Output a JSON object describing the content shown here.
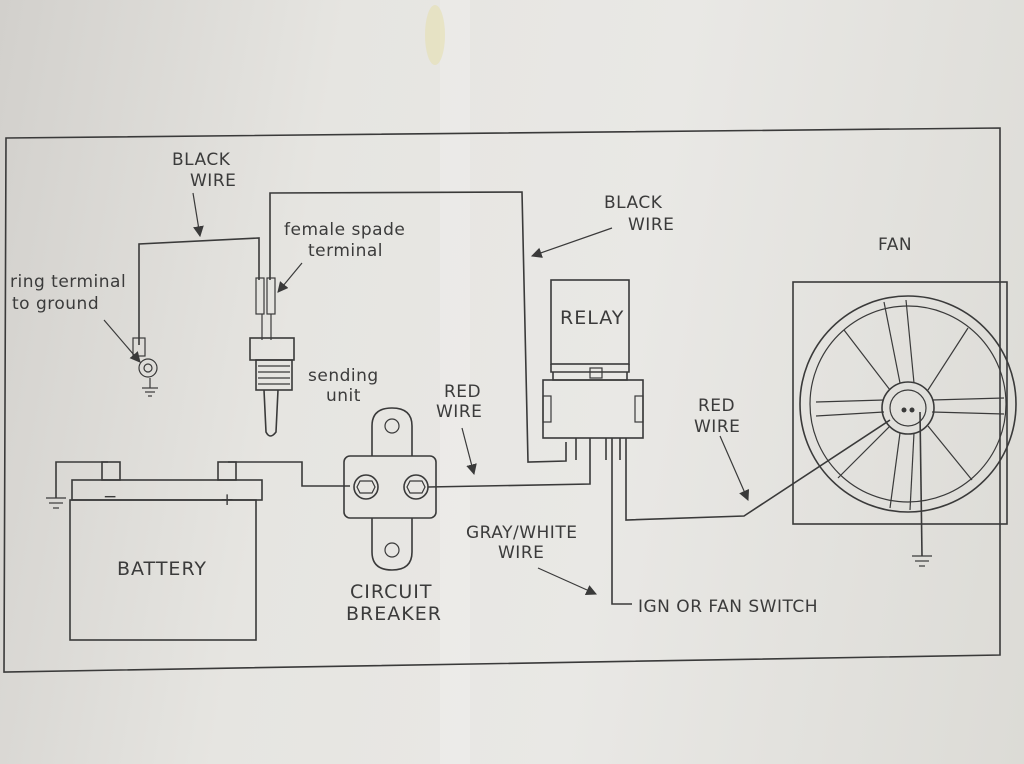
{
  "labels": {
    "black_wire_left_1": "BLACK",
    "black_wire_left_2": "WIRE",
    "ring_terminal_1": "ring terminal",
    "ring_terminal_2": "to ground",
    "female_spade_1": "female spade",
    "female_spade_2": "terminal",
    "sending_unit_1": "sending",
    "sending_unit_2": "unit",
    "black_wire_right_1": "BLACK",
    "black_wire_right_2": "WIRE",
    "relay": "RELAY",
    "fan": "FAN",
    "red_wire_mid_1": "RED",
    "red_wire_mid_2": "WIRE",
    "red_wire_right_1": "RED",
    "red_wire_right_2": "WIRE",
    "battery": "BATTERY",
    "battery_minus": "−",
    "battery_plus": "+",
    "breaker_1": "CIRCUIT",
    "breaker_2": "BREAKER",
    "gray_white_1": "GRAY/WHITE",
    "gray_white_2": "WIRE",
    "ign_switch": "IGN OR FAN SWITCH"
  }
}
